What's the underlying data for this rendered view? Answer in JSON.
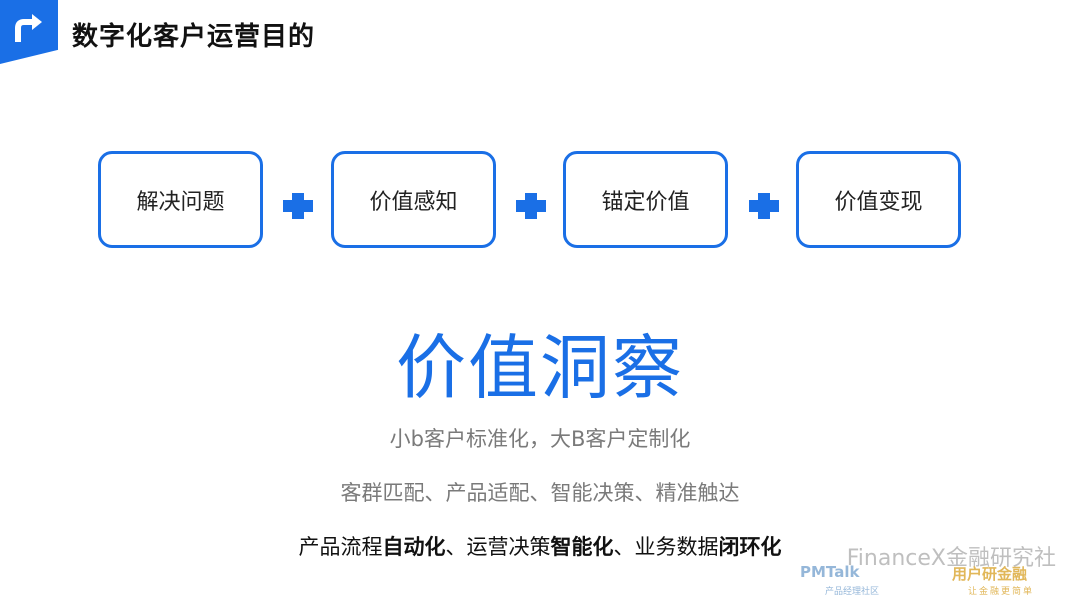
{
  "header": {
    "title": "数字化客户运营目的"
  },
  "steps": [
    {
      "label": "解决问题"
    },
    {
      "label": "价值感知"
    },
    {
      "label": "锚定价值"
    },
    {
      "label": "价值变现"
    }
  ],
  "main": {
    "heading": "价值洞察",
    "line1": "小b客户标准化，大B客户定制化",
    "line2": "客群匹配、产品适配、智能决策、精准触达",
    "line3": {
      "p1": "产品流程",
      "b1": "自动化",
      "p2": "、运营决策",
      "b2": "智能化",
      "p3": "、业务数据",
      "b3": "闭环化"
    }
  },
  "watermark": {
    "account": "FinanceX金融研究社",
    "pm_logo": "PMTalk",
    "pm_sub": "产品经理社区",
    "yx_logo": "用户研金融",
    "yx_sub": "让金融更简单"
  },
  "colors": {
    "accent": "#1a6fe6"
  }
}
